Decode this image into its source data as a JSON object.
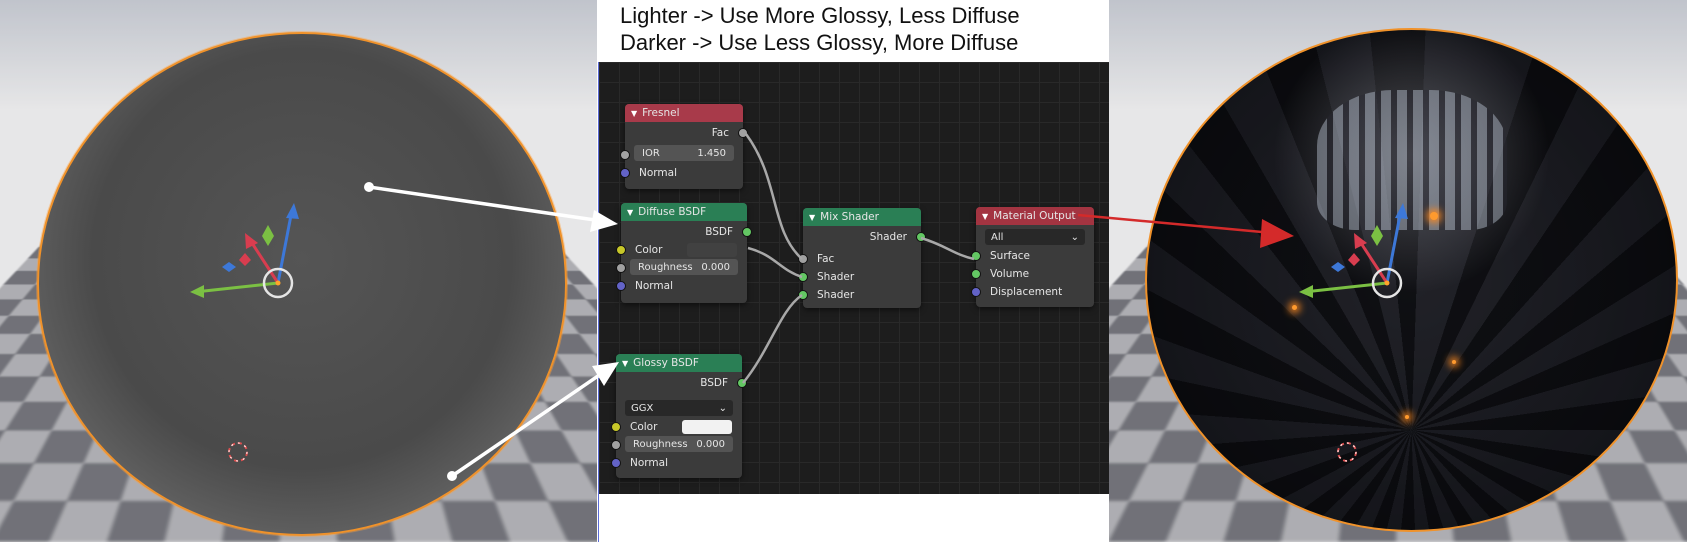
{
  "caption": {
    "line1": "Lighter -> Use More Glossy, Less Diffuse",
    "line2": "Darker -> Use Less Glossy, More Diffuse"
  },
  "nodes": {
    "fresnel": {
      "title": "Fresnel",
      "output": "Fac",
      "ior_label": "IOR",
      "ior_value": "1.450",
      "normal_label": "Normal"
    },
    "diffuse": {
      "title": "Diffuse BSDF",
      "output": "BSDF",
      "color_label": "Color",
      "roughness_label": "Roughness",
      "roughness_value": "0.000",
      "normal_label": "Normal"
    },
    "glossy": {
      "title": "Glossy BSDF",
      "output": "BSDF",
      "distribution": "GGX",
      "color_label": "Color",
      "roughness_label": "Roughness",
      "roughness_value": "0.000",
      "normal_label": "Normal"
    },
    "mix": {
      "title": "Mix Shader",
      "output": "Shader",
      "fac_label": "Fac",
      "shader1_label": "Shader",
      "shader2_label": "Shader"
    },
    "output": {
      "title": "Material Output",
      "target": "All",
      "surface_label": "Surface",
      "volume_label": "Volume",
      "displacement_label": "Displacement"
    }
  },
  "colors": {
    "selection_outline": "#f0922a",
    "node_header_shader": "#2a7f55",
    "node_header_input": "#a83a4a",
    "node_header_output": "#a33441",
    "annotation_arrow_white": "#ffffff",
    "annotation_arrow_red": "#d42a2a"
  }
}
